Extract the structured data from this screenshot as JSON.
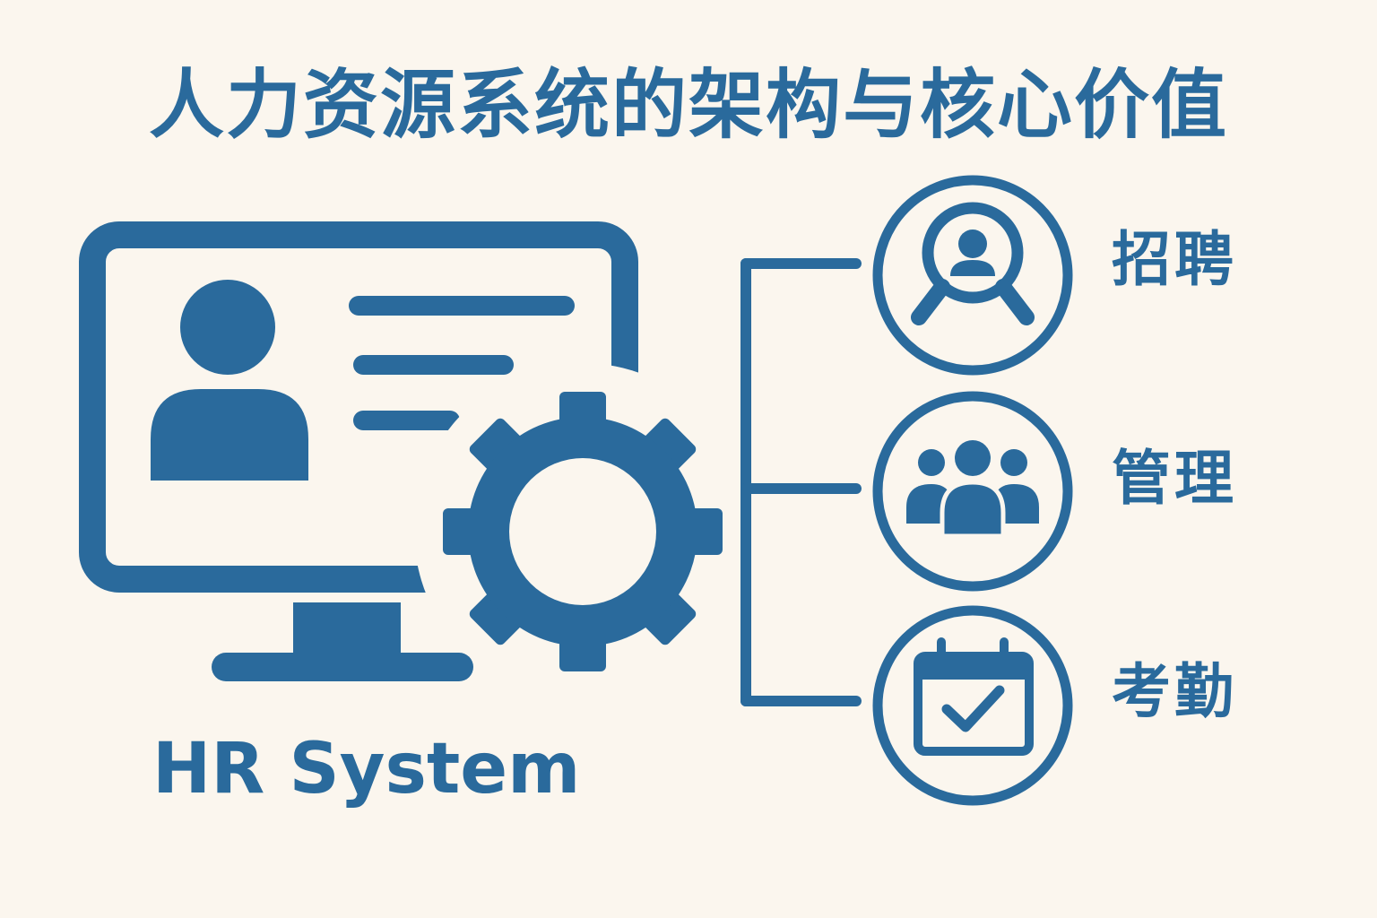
{
  "title": "人力资源系统的架构与核心价值",
  "system": {
    "label": "HR System",
    "icons": [
      "monitor-icon",
      "user-profile-icon",
      "gear-icon"
    ]
  },
  "modules": [
    {
      "label": "招聘",
      "icon": "magnifier-person-icon"
    },
    {
      "label": "管理",
      "icon": "team-icon"
    },
    {
      "label": "考勤",
      "icon": "calendar-check-icon"
    }
  ],
  "colors": {
    "primary": "#2a6a9c",
    "background": "#fbf6ee"
  }
}
